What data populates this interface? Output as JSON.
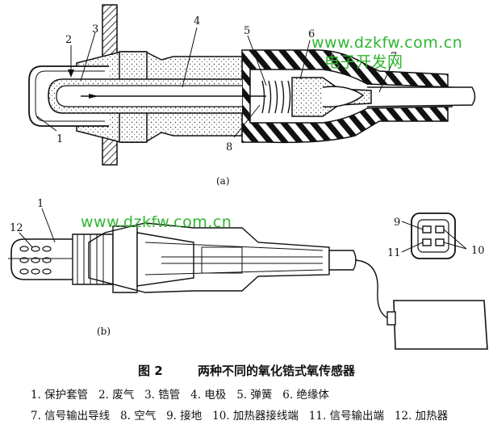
{
  "watermark": {
    "top_line1": "www.dzkfw.com.cn",
    "top_line2": "电子开发网",
    "middle": "www.dzkfw.com.cn"
  },
  "figure_a": {
    "caption": "(a)",
    "labels": [
      "1",
      "2",
      "3",
      "4",
      "5",
      "6",
      "7",
      "8"
    ]
  },
  "figure_b": {
    "caption": "(b)",
    "labels": [
      "1",
      "12",
      "9",
      "10",
      "11"
    ]
  },
  "caption": {
    "figure_no": "图 2",
    "title": "两种不同的氧化锆式氧传感器"
  },
  "legend": {
    "items": [
      "1. 保护套管",
      "2. 废气",
      "3. 锆管",
      "4. 电极",
      "5. 弹簧",
      "6. 绝缘体",
      "7. 信号输出导线",
      "8. 空气",
      "9. 接地",
      "10. 加热器接线端",
      "11. 信号输出端",
      "12. 加热器"
    ]
  }
}
